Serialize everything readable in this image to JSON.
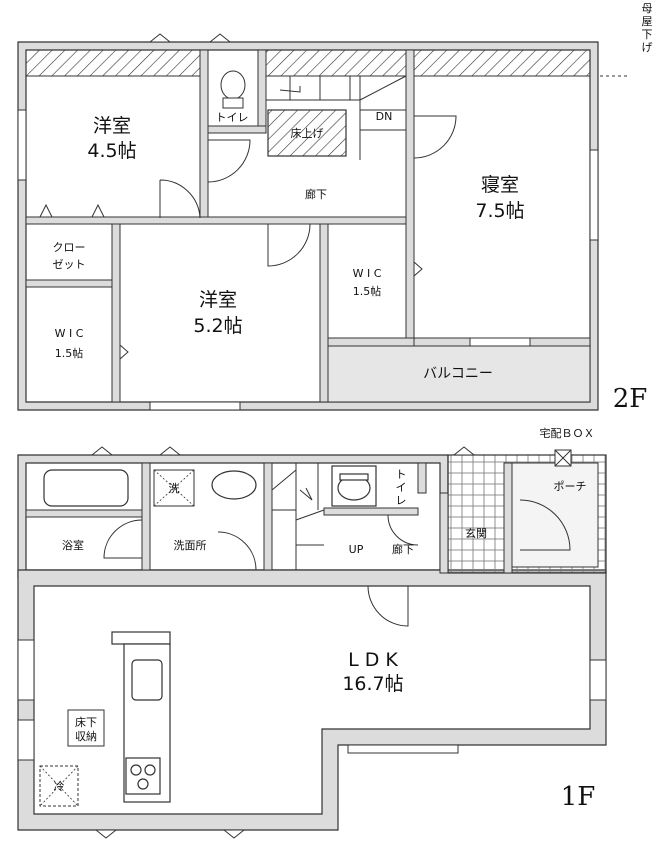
{
  "plan_2f": {
    "floor_label": "2F",
    "roof_note": "母屋下げ",
    "rooms": {
      "western_45_name": "洋室",
      "western_45_size": "4.5帖",
      "toilet": "トイレ",
      "raised_floor": "床上げ",
      "down": "DN",
      "hallway": "廊下",
      "bedroom_name": "寝室",
      "bedroom_size": "7.5帖",
      "closet_line1": "クロー",
      "closet_line2": "ゼット",
      "western_52_name": "洋室",
      "western_52_size": "5.2帖",
      "wic_right_name": "W I C",
      "wic_right_size": "1.5帖",
      "wic_left_name": "W I C",
      "wic_left_size": "1.5帖",
      "balcony": "バルコニー"
    }
  },
  "plan_1f": {
    "floor_label": "1F",
    "delivery_box": "宅配ＢＯＸ",
    "rooms": {
      "washer_mark": "洗",
      "toilet": "トイレ",
      "porch": "ポーチ",
      "bath": "浴室",
      "washroom": "洗面所",
      "up": "UP",
      "hallway": "廊下",
      "entrance": "玄関",
      "ldk_name": "L D K",
      "ldk_size": "16.7帖",
      "underfloor_line1": "床下",
      "underfloor_line2": "収納",
      "fridge_mark": "冷"
    }
  }
}
